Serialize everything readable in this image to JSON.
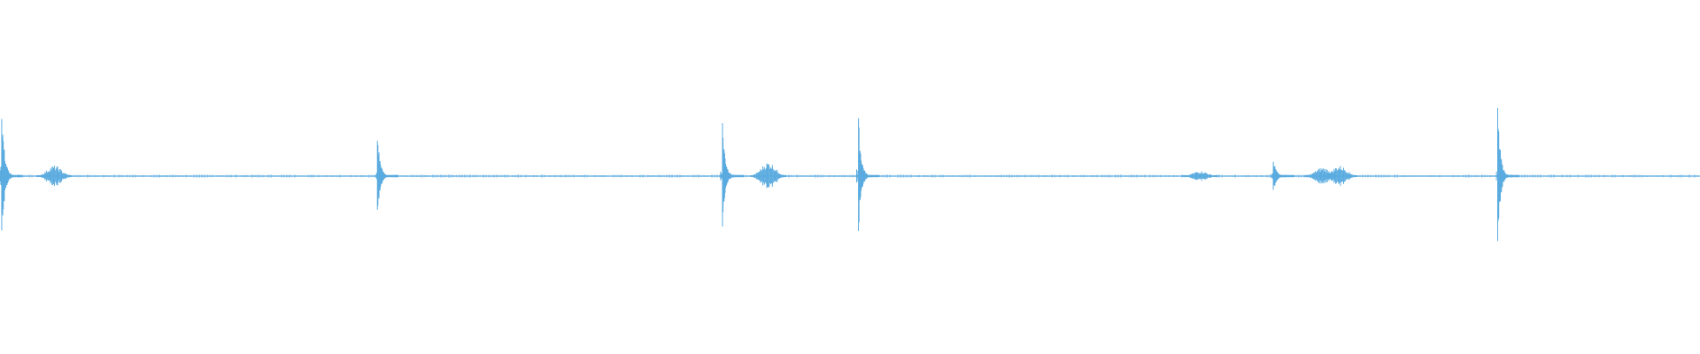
{
  "waveform": {
    "color": "#5aabdf",
    "events": [
      {
        "time_fraction": 0.001,
        "peak": 0.42
      },
      {
        "time_fraction": 0.222,
        "peak": 0.26
      },
      {
        "time_fraction": 0.425,
        "peak": 0.33
      },
      {
        "time_fraction": 0.505,
        "peak": 0.34
      },
      {
        "time_fraction": 0.749,
        "peak": 0.11
      },
      {
        "time_fraction": 0.881,
        "peak": 0.4
      }
    ],
    "bursts": [
      {
        "time_fraction": 0.032,
        "peak": 0.06
      },
      {
        "time_fraction": 0.452,
        "peak": 0.08
      },
      {
        "time_fraction": 0.706,
        "peak": 0.03
      },
      {
        "time_fraction": 0.778,
        "peak": 0.05
      },
      {
        "time_fraction": 0.788,
        "peak": 0.06
      }
    ]
  }
}
